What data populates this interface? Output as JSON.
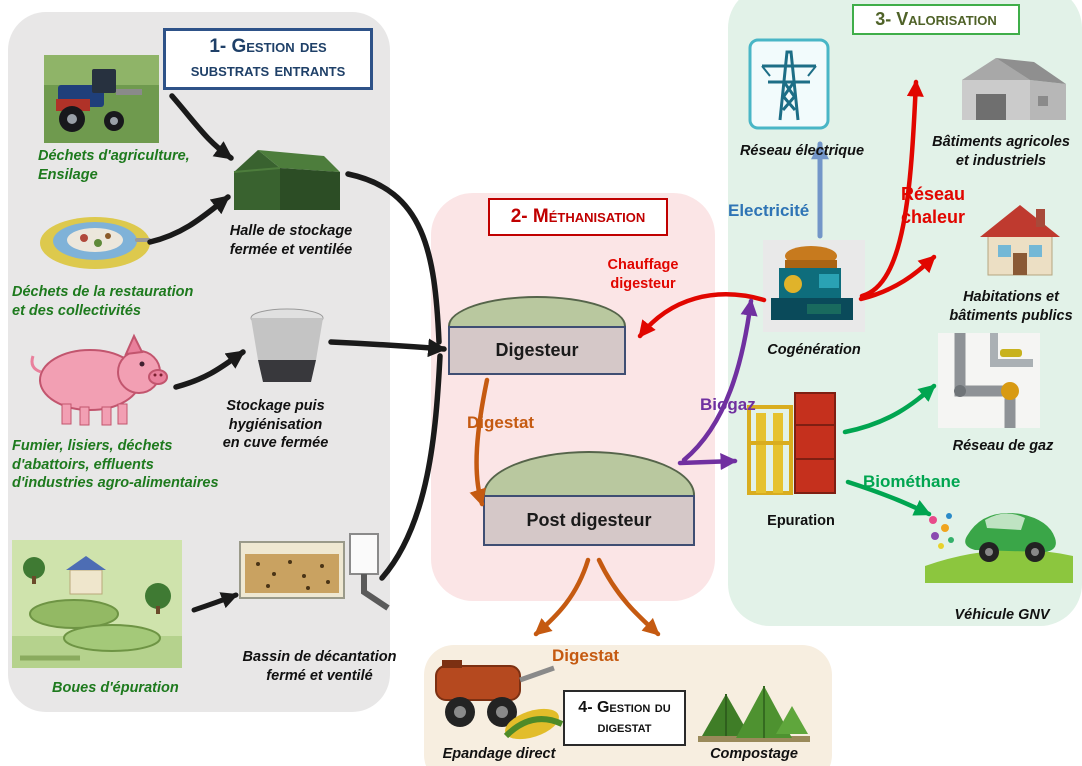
{
  "step1": {
    "title": "1- Gestion des\nsubstrats entrants",
    "label_agriculture": "Déchets d'agriculture,\nEnsilage",
    "label_halle": "Halle de stockage\nfermée et ventilée",
    "label_restauration": "Déchets de la restauration\net des collectivités",
    "label_stockage": "Stockage puis\nhygiénisation\nen cuve fermée",
    "label_fumier": "Fumier, lisiers, déchets\nd'abattoirs, effluents\nd'industries agro-alimentaires",
    "label_boues": "Boues d'épuration",
    "label_bassin": "Bassin de décantation\nfermé et ventilé"
  },
  "step2": {
    "title": "2- Méthanisation",
    "digesteur": "Digesteur",
    "post_digesteur": "Post digesteur",
    "chauffage": "Chauffage\ndigesteur",
    "digestat": "Digestat"
  },
  "step3": {
    "title": "3- Valorisation",
    "reseau_electrique": "Réseau électrique",
    "batiments": "Bâtiments agricoles\net industriels",
    "electricite": "Electricité",
    "reseau_chaleur": "Réseau\nchaleur",
    "cogeneration": "Cogénération",
    "habitations": "Habitations et\nbâtiments publics",
    "biogaz": "Biogaz",
    "epuration": "Epuration",
    "reseau_gaz": "Réseau de gaz",
    "biomethane": "Biométhane",
    "vehicule_gnv": "Véhicule GNV"
  },
  "step4": {
    "title": "4- Gestion du\ndigestat",
    "digestat": "Digestat",
    "epandage": "Epandage direct",
    "compostage": "Compostage"
  },
  "colors": {
    "panel_substrats": "#e8e7e7",
    "panel_methanisation": "#fbe5e6",
    "panel_valorisation": "#e2f2e8",
    "panel_digestat": "#f7eee0",
    "arrow_black": "#1a1a1a",
    "arrow_red": "#e10600",
    "arrow_purple": "#7030a0",
    "arrow_green": "#00a550",
    "arrow_brown": "#c55a11",
    "arrow_blue": "#7396c8",
    "text_green_labels": "#1e7a1e",
    "title1": "#1f4068",
    "title2": "#c00000",
    "title3": "#4f6228"
  },
  "icons": {
    "tractor-photo": "tractor harvesting in green field",
    "storage-hall": "closed green storage hall",
    "food-plate": "plate of food waste",
    "pig": "pink pig drawing",
    "storage-tank": "grey hygienisation tank",
    "sewage-plant": "sewage treatment ponds",
    "decantation-basin": "covered decantation basin",
    "digester-dome": "digester tank with dome",
    "power-pylon": "electric grid pylon",
    "industrial-building": "agricultural/industrial building",
    "house": "house with red roof",
    "cogeneration-engine": "cogeneration engine unit",
    "epuration-unit": "biogas upgrading unit",
    "gas-pipes": "gas network pipes",
    "gnv-car": "green natural-gas vehicle",
    "manure-spreader": "slurry spreader machine",
    "compost-piles": "green compost heaps"
  }
}
